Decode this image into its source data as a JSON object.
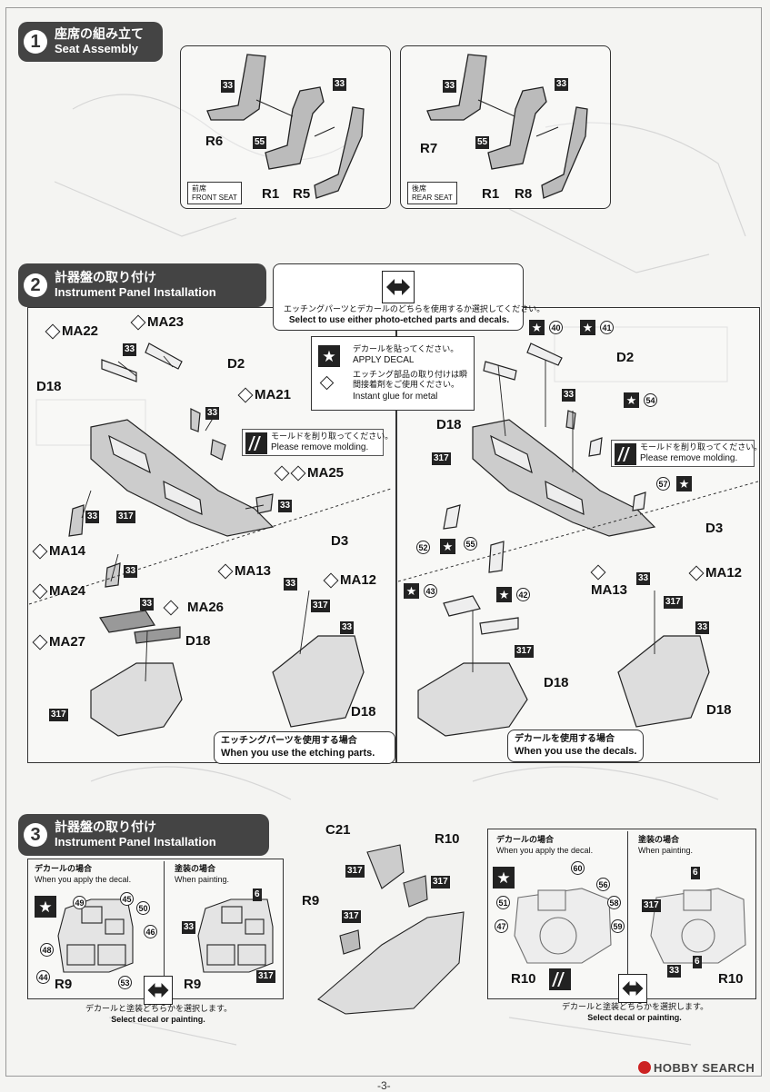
{
  "step1": {
    "number": "1",
    "title_jp": "座席の組み立て",
    "title_en": "Seat Assembly",
    "front": {
      "labels": [
        "R6",
        "R1",
        "R5"
      ],
      "parts": [
        "33",
        "33",
        "55"
      ],
      "seat_jp": "前席",
      "seat_en": "FRONT SEAT"
    },
    "rear": {
      "labels": [
        "R7",
        "R1",
        "R8"
      ],
      "parts": [
        "33",
        "33",
        "55"
      ],
      "seat_jp": "後席",
      "seat_en": "REAR SEAT"
    }
  },
  "step2": {
    "number": "2",
    "title_jp": "計器盤の取り付け",
    "title_en": "Instrument Panel Installation",
    "select_jp": "エッチングパーツとデカールのどちらを使用するか選択してください。",
    "select_en": "Select to use either photo-etched parts and decals.",
    "legend_decal_jp": "デカールを貼ってください。",
    "legend_decal_en": "APPLY DECAL",
    "legend_glue_jp1": "エッチング部品の取り付けは瞬",
    "legend_glue_jp2": "間接着剤をご使用ください。",
    "legend_glue_en": "Instant glue for metal",
    "mold_jp": "モールドを削り取ってください。",
    "mold_en": "Please remove molding.",
    "left_labels": {
      "ma22": "MA22",
      "ma23": "MA23",
      "d18": "D18",
      "d2": "D2",
      "ma21": "MA21",
      "ma25": "MA25",
      "ma14": "MA14",
      "ma24": "MA24",
      "ma27": "MA27",
      "ma26": "MA26",
      "d18b": "D18",
      "ma13": "MA13",
      "d3": "D3",
      "ma12": "MA12",
      "d18c": "D18"
    },
    "right_labels": {
      "d2": "D2",
      "d18": "D18",
      "d3": "D3",
      "ma13": "MA13",
      "ma12": "MA12",
      "d18b": "D18",
      "d18c": "D18"
    },
    "caption_etch_jp": "エッチングパーツを使用する場合",
    "caption_etch_en": "When you use the etching parts.",
    "caption_decal_jp": "デカールを使用する場合",
    "caption_decal_en": "When you use the decals.",
    "decal_numbers": {
      "d40": "40",
      "d41": "41",
      "d54": "54",
      "d57": "57",
      "d52": "52",
      "d55": "55",
      "d43": "43",
      "d42": "42"
    },
    "color_33": "33",
    "color_317": "317"
  },
  "step3": {
    "number": "3",
    "title_jp": "計器盤の取り付け",
    "title_en": "Instrument Panel Installation",
    "left_decal_jp": "デカールの場合",
    "left_decal_en": "When you apply the decal.",
    "left_paint_jp": "塗装の場合",
    "left_paint_en": "When painting.",
    "left_decals": [
      "49",
      "45",
      "50",
      "46",
      "48",
      "44",
      "53"
    ],
    "r9": "R9",
    "c21": "C21",
    "r10": "R10",
    "select_jp": "デカールと塗装どちらかを選択します。",
    "select_en": "Select decal or painting.",
    "right_decal_jp": "デカールの場合",
    "right_decal_en": "When you apply the decal.",
    "right_paint_jp": "塗装の場合",
    "right_paint_en": "When painting.",
    "right_decals": [
      "60",
      "56",
      "51",
      "58",
      "47",
      "59"
    ],
    "paint_6": "6"
  },
  "footer": {
    "watermark": "HOBBY SEARCH",
    "page": "-3-"
  }
}
